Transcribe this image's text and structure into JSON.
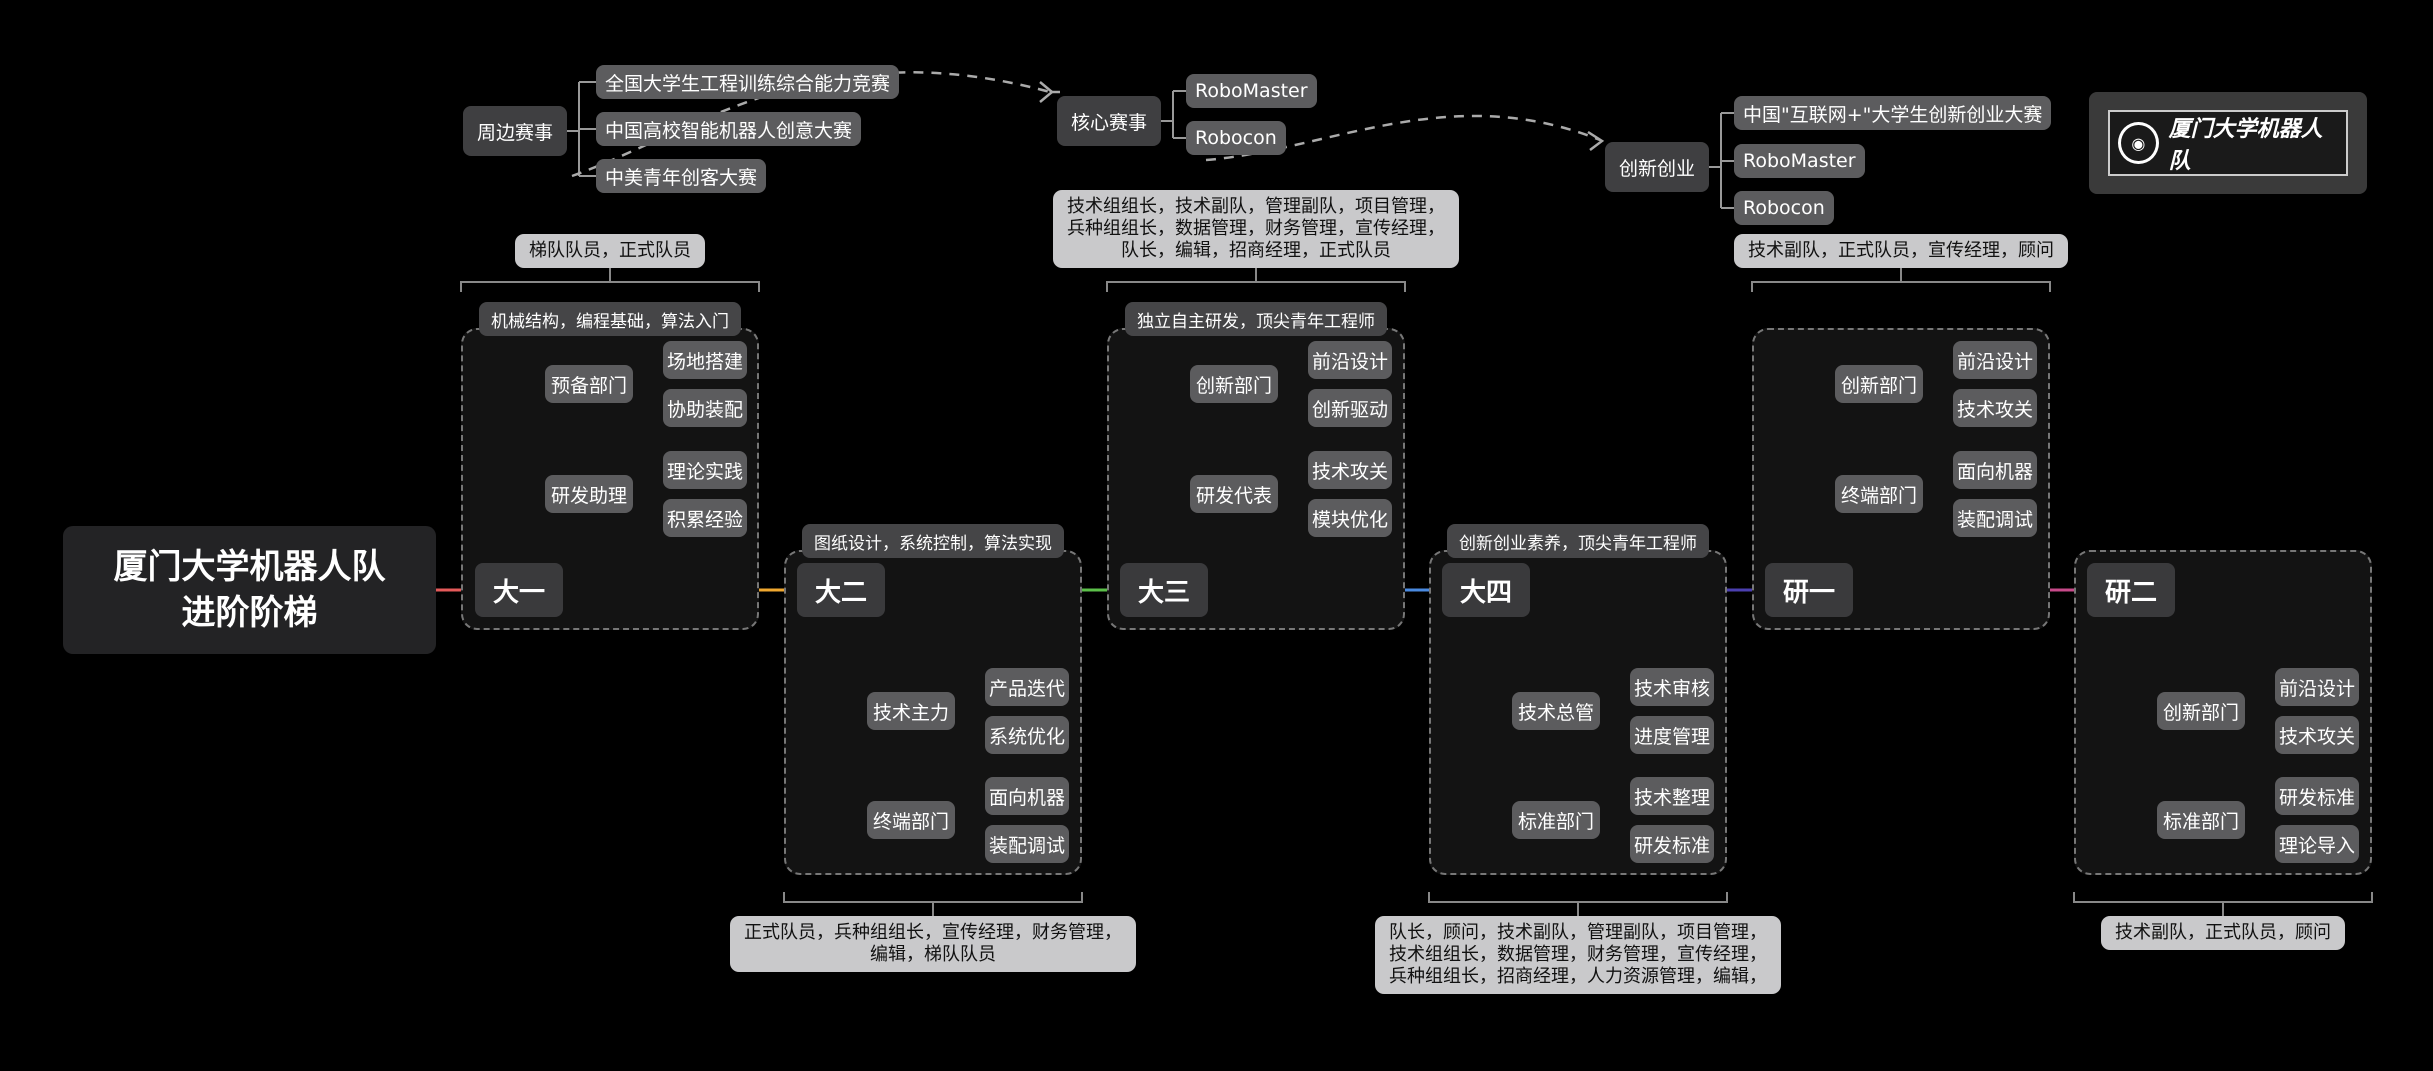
{
  "title": "厦门大学机器人队\n进阶阶梯",
  "logo_text": "厦门大学机器人队",
  "stages": [
    {
      "label": "大一",
      "tag": "机械结构，编程基础，算法入门",
      "roles": "梯队队员，正式队员",
      "groups": [
        {
          "name": "预备部门",
          "items": [
            "场地搭建",
            "协助装配"
          ]
        },
        {
          "name": "研发助理",
          "items": [
            "理论实践",
            "积累经验"
          ]
        }
      ]
    },
    {
      "label": "大二",
      "tag": "图纸设计，系统控制，算法实现",
      "roles": "正式队员，兵种组组长，宣传经理，财务管理，\n编辑，梯队队员",
      "groups": [
        {
          "name": "技术主力",
          "items": [
            "产品迭代",
            "系统优化"
          ]
        },
        {
          "name": "终端部门",
          "items": [
            "面向机器",
            "装配调试"
          ]
        }
      ]
    },
    {
      "label": "大三",
      "tag": "独立自主研发，顶尖青年工程师",
      "roles": "技术组组长，技术副队，管理副队，项目管理，\n兵种组组长，数据管理，财务管理，宣传经理，\n队长，编辑，招商经理，正式队员",
      "groups": [
        {
          "name": "创新部门",
          "items": [
            "前沿设计",
            "创新驱动"
          ]
        },
        {
          "name": "研发代表",
          "items": [
            "技术攻关",
            "模块优化"
          ]
        }
      ]
    },
    {
      "label": "大四",
      "tag": "创新创业素养，顶尖青年工程师",
      "roles": "队长，顾问，技术副队，管理副队，项目管理，\n技术组组长，数据管理，财务管理，宣传经理，\n兵种组组长，招商经理，人力资源管理，编辑，",
      "groups": [
        {
          "name": "技术总管",
          "items": [
            "技术审核",
            "进度管理"
          ]
        },
        {
          "name": "标准部门",
          "items": [
            "技术整理",
            "研发标准"
          ]
        }
      ]
    },
    {
      "label": "研一",
      "tag": "",
      "roles": "技术副队，正式队员，宣传经理，顾问",
      "groups": [
        {
          "name": "创新部门",
          "items": [
            "前沿设计",
            "技术攻关"
          ]
        },
        {
          "name": "终端部门",
          "items": [
            "面向机器",
            "装配调试"
          ]
        }
      ]
    },
    {
      "label": "研二",
      "tag": "",
      "roles": "技术副队，正式队员，顾问",
      "groups": [
        {
          "name": "创新部门",
          "items": [
            "前沿设计",
            "技术攻关"
          ]
        },
        {
          "name": "标准部门",
          "items": [
            "研发标准",
            "理论导入"
          ]
        }
      ]
    }
  ],
  "competitions": [
    {
      "label": "周边赛事",
      "items": [
        "全国大学生工程训练综合能力竞赛",
        "中国高校智能机器人创意大赛",
        "中美青年创客大赛"
      ]
    },
    {
      "label": "核心赛事",
      "items": [
        "RoboMaster",
        "Robocon"
      ]
    },
    {
      "label": "创新创业",
      "items": [
        "中国\"互联网+\"大学生创新创业大赛",
        "RoboMaster",
        "Robocon"
      ]
    }
  ],
  "colors": {
    "background": "#000000",
    "stage_line": [
      "#e55a5a",
      "#f0a830",
      "#5cc04a",
      "#4a8ae0",
      "#4b3fb0",
      "#c74a8a"
    ],
    "branch": [
      "#e0604a",
      "#f0a830",
      "#5cc04a",
      "#4a8ae0",
      "#5a45c0",
      "#b048a0"
    ]
  }
}
